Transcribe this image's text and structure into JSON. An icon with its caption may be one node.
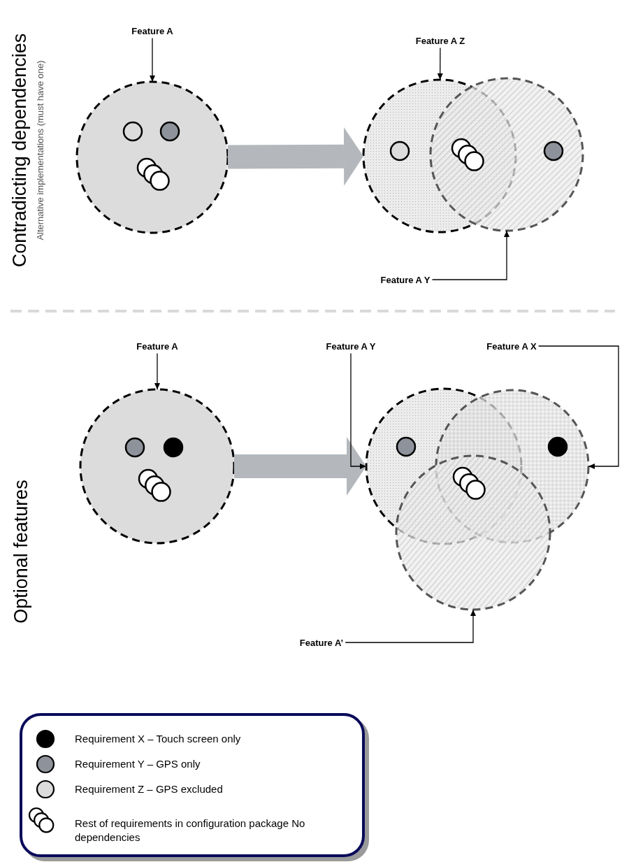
{
  "diagram": {
    "nodes": [
      {
        "text": [
          "Feature A"
        ]
      },
      {
        "text": [],
        "shape": "circle"
      },
      {
        "text": [
          "Feature A Z"
        ]
      },
      {
        "text": [],
        "shape": "circle"
      },
      {
        "text": [],
        "shape": "circle"
      },
      {
        "text": [
          "Feature A Y"
        ]
      },
      {
        "text": [
          "Feature A"
        ]
      },
      {
        "text": [],
        "shape": "circle"
      },
      {
        "text": [
          "Feature A Y"
        ]
      },
      {
        "text": [
          "Feature A X"
        ]
      },
      {
        "text": [],
        "shape": "circle"
      },
      {
        "text": [],
        "shape": "circle"
      },
      {
        "text": [],
        "shape": "circle"
      },
      {
        "text": [
          "Feature A’"
        ]
      }
    ],
    "edges": [
      {
        "from": 0,
        "to": 1,
        "arrow": "to"
      },
      {
        "from": 1,
        "to": 3,
        "arrow": "to",
        "style": "thick",
        "color": "#b4b8bc"
      },
      {
        "from": 2,
        "to": 3,
        "arrow": "to"
      },
      {
        "from": 5,
        "to": 4,
        "arrow": "to"
      },
      {
        "from": 6,
        "to": 7,
        "arrow": "to"
      },
      {
        "from": 7,
        "to": 10,
        "arrow": "to",
        "style": "thick",
        "color": "#b4b8bc"
      },
      {
        "from": 8,
        "to": 10,
        "arrow": "to"
      },
      {
        "from": 9,
        "to": 11,
        "arrow": "to"
      },
      {
        "from": 13,
        "to": 12,
        "arrow": "to"
      }
    ],
    "labels": [
      "Contradicting dependencies",
      "Alternative implementations (must have one)",
      "Optional features"
    ],
    "legend": [
      {
        "text": "Requirement X – Touch screen only",
        "color": "#000000"
      },
      {
        "text": "Requirement Y – GPS only",
        "color": "#8e939b"
      },
      {
        "text": "Requirement Z – GPS excluded",
        "color": "#dcdcdc"
      },
      {
        "text": "Rest of requirements in configuration package No dependencies"
      }
    ]
  }
}
